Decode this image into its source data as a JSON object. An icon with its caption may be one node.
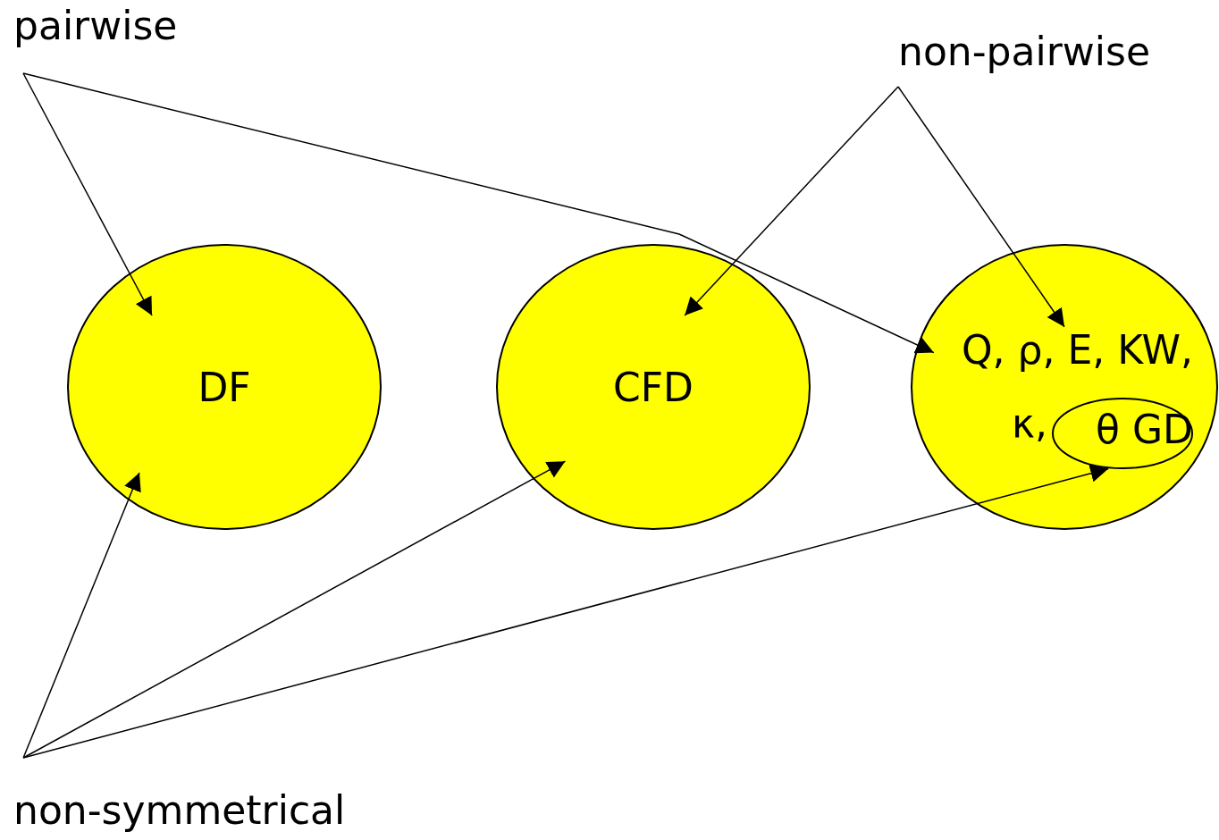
{
  "diagram": {
    "nodes": [
      {
        "text": [
          "pairwise"
        ]
      },
      {
        "text": [
          "non-pairwise"
        ]
      },
      {
        "text": [
          "DF"
        ]
      },
      {
        "text": [
          "CFD"
        ]
      },
      {
        "text": [
          "Q, ρ, E, KW, κ,"
        ]
      },
      {
        "text": [
          "θ GD"
        ],
        "in": 4
      },
      {
        "text": [
          "non-symmetrical"
        ]
      }
    ],
    "edges": [
      {
        "from": 0,
        "to": 2,
        "arrow": "to"
      },
      {
        "from": 0,
        "to": 4,
        "arrow": "to"
      },
      {
        "from": 1,
        "to": 3,
        "arrow": "to"
      },
      {
        "from": 1,
        "to": 4,
        "arrow": "to"
      },
      {
        "from": 6,
        "to": 2,
        "arrow": "to"
      },
      {
        "from": 6,
        "to": 3,
        "arrow": "to"
      },
      {
        "from": 6,
        "to": 5,
        "arrow": "to"
      }
    ]
  }
}
